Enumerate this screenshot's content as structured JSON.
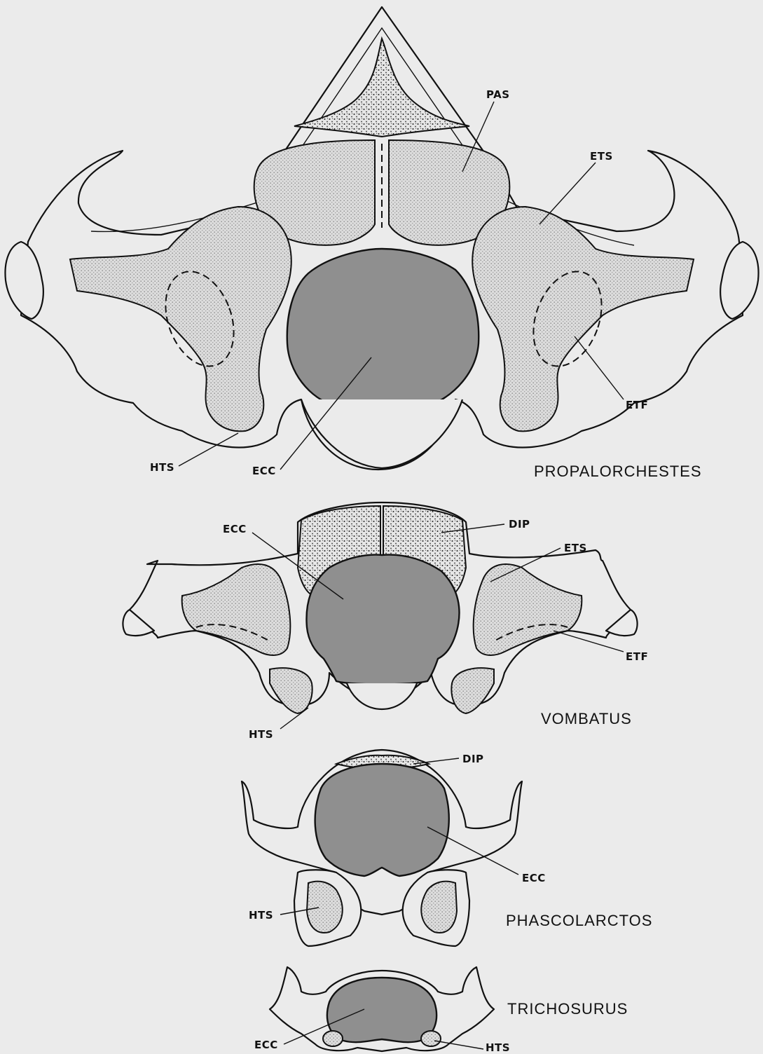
{
  "labels": {
    "pas": "PAS",
    "ets": "ETS",
    "etf": "ETF",
    "hts": "HTS",
    "ecc": "ECC",
    "dip": "DIP"
  },
  "genera": {
    "propalorchestes": "PROPALORCHESTES",
    "vombatus": "VOMBATUS",
    "phascolarctos": "PHASCOLARCTOS",
    "trichosurus": "TRICHOSURUS"
  },
  "colors": {
    "background": "#ebebeb",
    "cavity": "#8f8f8f",
    "sinus_stipple": "#c9c9c9",
    "ink": "#111111"
  }
}
